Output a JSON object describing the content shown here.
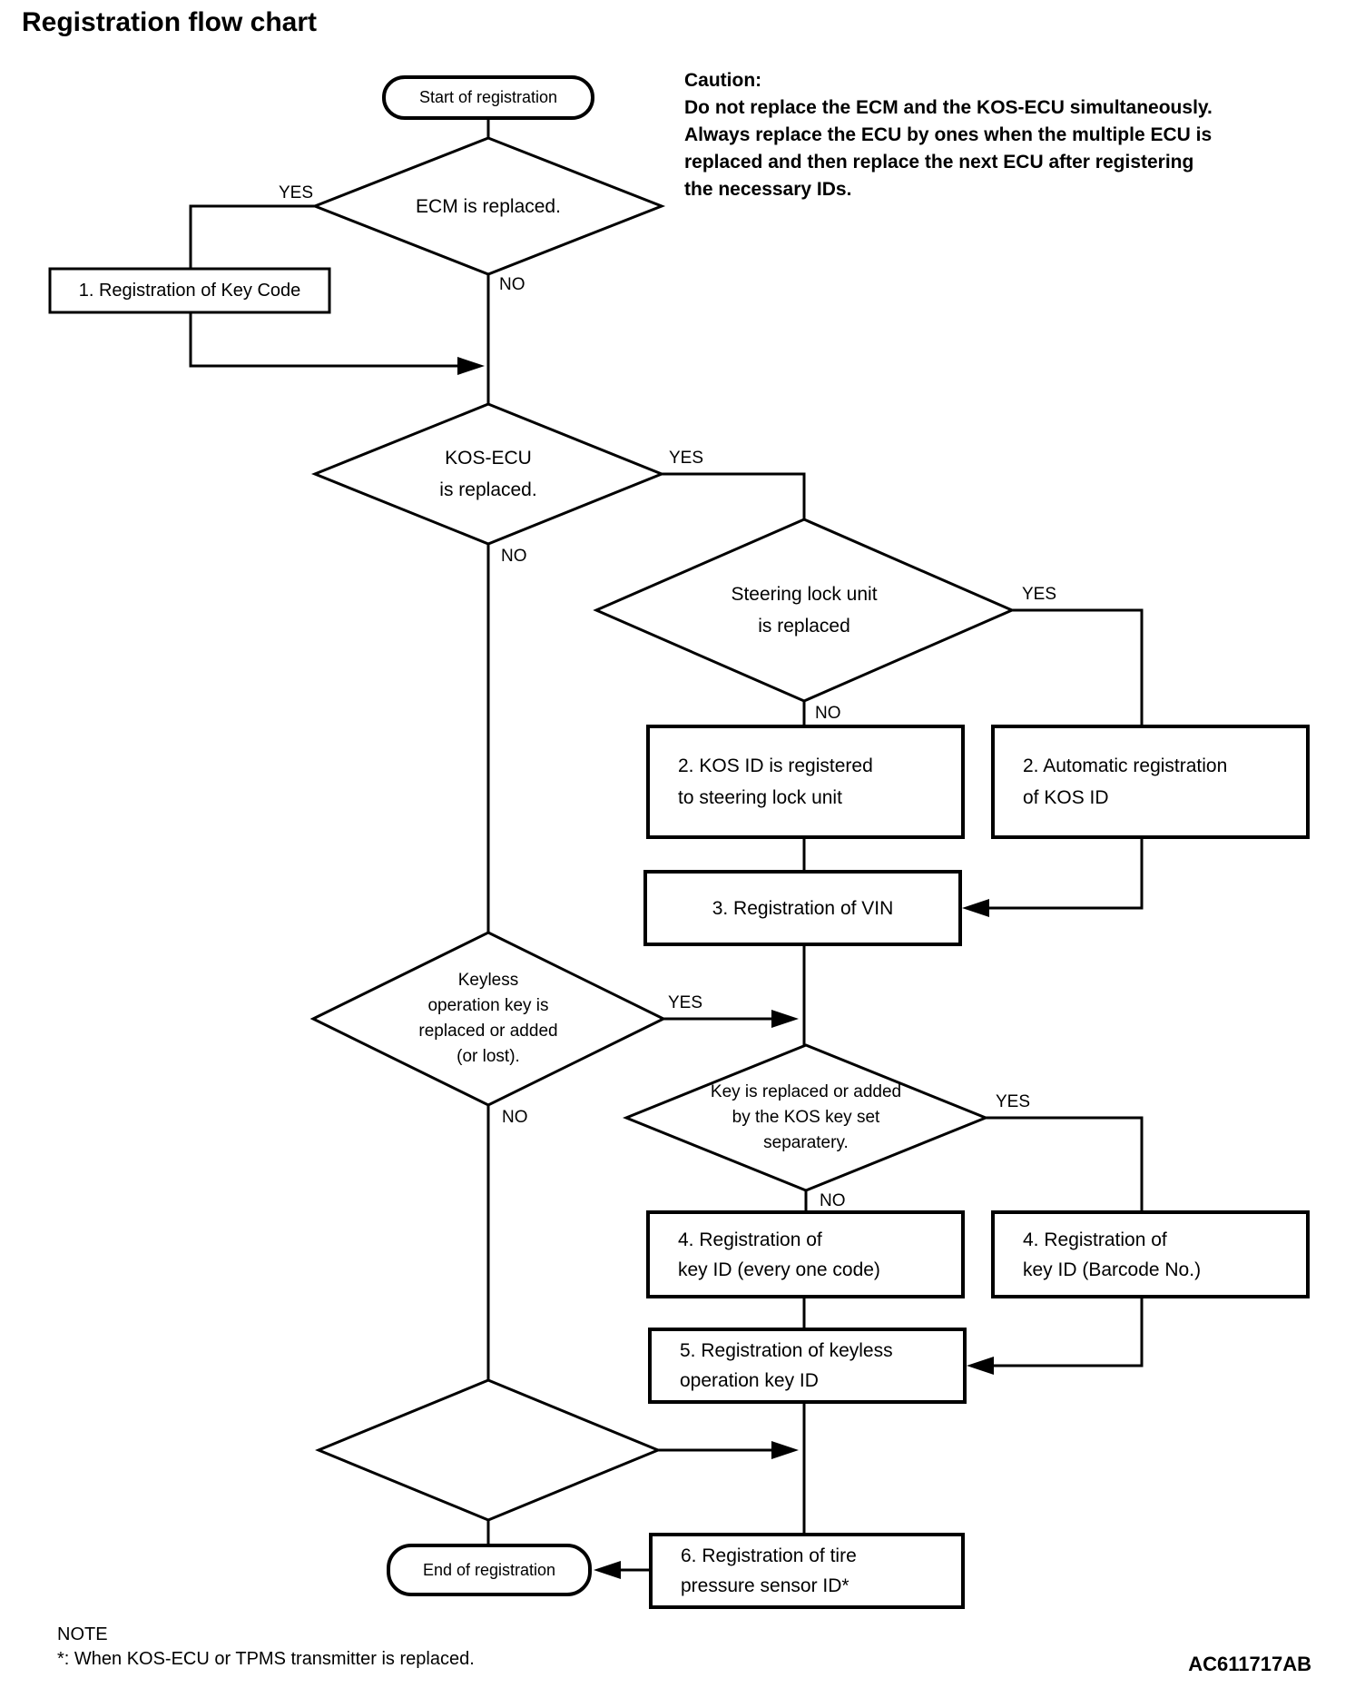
{
  "page": {
    "title": "Registration flow chart",
    "background": "#ffffff",
    "line_color": "#000000"
  },
  "caution": {
    "text": "Caution:\nDo not replace the ECM and the KOS-ECU simultaneously.\nAlways replace the ECU by ones when the multiple ECU is\nreplaced and then replace the next ECU after registering\nthe necessary IDs."
  },
  "nodes": {
    "start": {
      "label": "Start of registration"
    },
    "ecm": {
      "label": "ECM is replaced.",
      "yes": "YES",
      "no": "NO"
    },
    "box1": {
      "label": "1. Registration of Key Code"
    },
    "kos": {
      "label": "KOS-ECU\nis replaced.",
      "yes": "YES",
      "no": "NO"
    },
    "steering": {
      "label": "Steering lock unit\nis replaced",
      "yes": "YES",
      "no": "NO"
    },
    "box2a": {
      "label": "2. KOS ID is registered\nto steering lock unit"
    },
    "box2b": {
      "label": "2. Automatic registration\nof KOS ID"
    },
    "box3": {
      "label": "3. Registration of VIN"
    },
    "keyless": {
      "label": "Keyless\noperation key is\nreplaced or added\n(or lost).",
      "yes": "YES",
      "no": "NO"
    },
    "keyset": {
      "label": "Key is replaced or added\nby the KOS key set\nseparatery.",
      "yes": "YES",
      "no": "NO"
    },
    "box4a": {
      "label": "4. Registration of\nkey ID (every one code)"
    },
    "box4b": {
      "label": "4. Registration of\nkey ID (Barcode No.)"
    },
    "box5": {
      "label": "5. Registration of keyless\noperation key ID"
    },
    "box6": {
      "label": "6. Registration of tire\npressure sensor ID*"
    },
    "end": {
      "label": "End of registration"
    }
  },
  "note": {
    "heading": "NOTE",
    "text": "*: When KOS-ECU or TPMS transmitter is replaced."
  },
  "figure_code": "AC611717AB"
}
